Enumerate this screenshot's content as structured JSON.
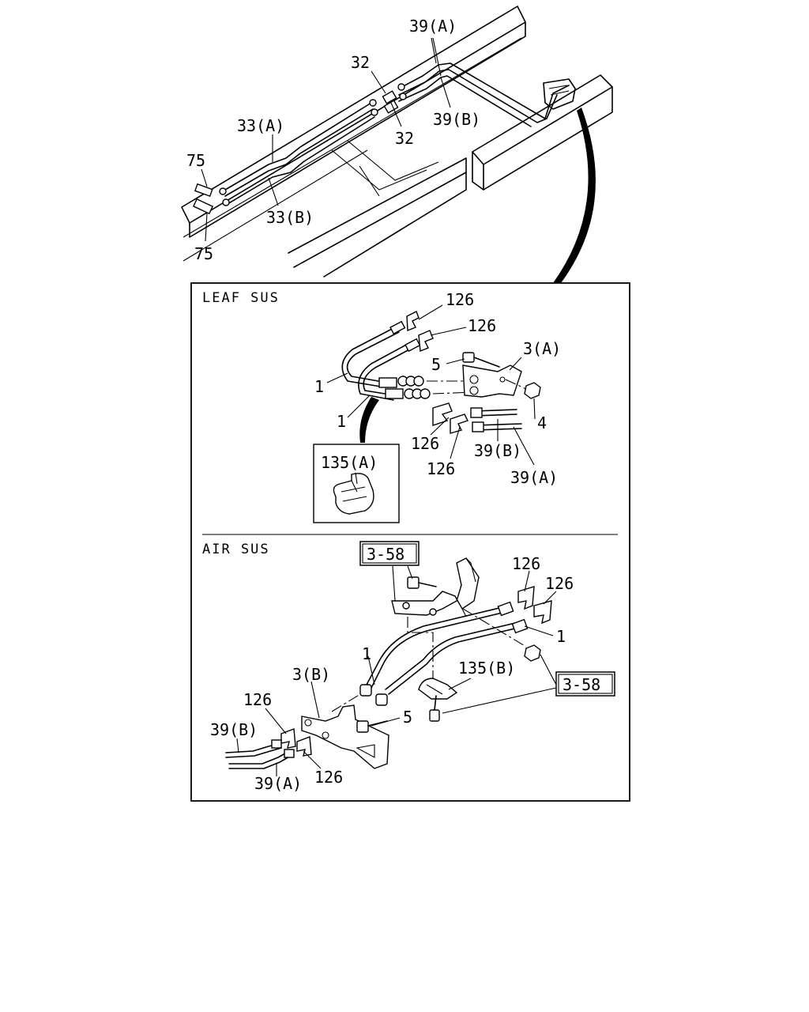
{
  "top": {
    "labels": {
      "l39a": "39(A)",
      "l32a": "32",
      "l32b": "32",
      "l39b": "39(B)",
      "l33a": "33(A)",
      "l33b": "33(B)",
      "l75a": "75",
      "l75b": "75"
    }
  },
  "leaf": {
    "title": "LEAF SUS",
    "labels": {
      "l126a": "126",
      "l126b": "126",
      "l3a": "3(A)",
      "l5": "5",
      "l1a": "1",
      "l1b": "1",
      "l4": "4",
      "l126c": "126",
      "l126d": "126",
      "l39b": "39(B)",
      "l39a": "39(A)"
    },
    "inset": {
      "label": "135(A)"
    }
  },
  "air": {
    "title": "AIR SUS",
    "ref_top": "3-58",
    "ref_right": "3-58",
    "labels": {
      "l126a": "126",
      "l126b": "126",
      "l1a": "1",
      "l1b": "1",
      "l135b": "135(B)",
      "l3b": "3(B)",
      "l126c": "126",
      "l5": "5",
      "l39b": "39(B)",
      "l39a": "39(A)",
      "l126d": "126"
    }
  }
}
